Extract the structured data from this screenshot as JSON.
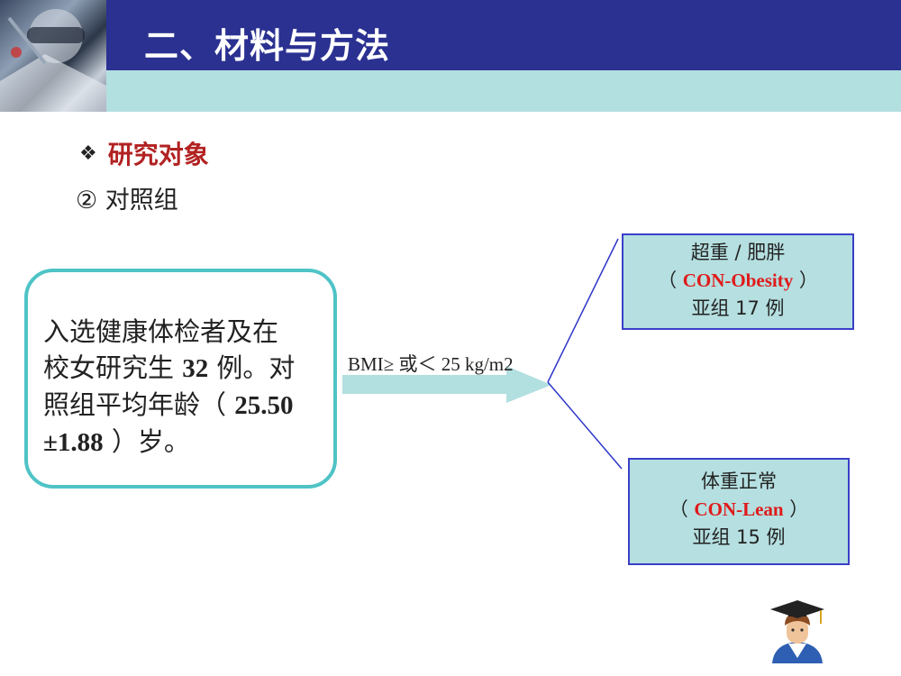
{
  "header": {
    "title": "二、材料与方法"
  },
  "section": {
    "bullet_icon": "diamond-bullet-icon",
    "bullet_text": "研究对象",
    "sub_heading": "② 对照组"
  },
  "main_box": {
    "line1": "入选健康体检者及在",
    "line2_pre": "校女研究生 ",
    "line2_num": "32",
    "line2_post": " 例。对",
    "line3_pre": "照组平均年龄（ ",
    "line3_num": "25.50",
    "line4_num": "±1.88",
    "line4_post": " ）岁。"
  },
  "arrow": {
    "label": "BMI≥ 或＜ 25 kg/m2"
  },
  "group_obesity": {
    "line1": "超重 / 肥胖",
    "open": "（ ",
    "name": "CON-Obesity",
    "close": " ）",
    "line3": "亚组 17 例"
  },
  "group_lean": {
    "line1": "体重正常",
    "open": "（ ",
    "name": "CON-Lean",
    "close": " ）",
    "line3": "亚组 15 例"
  },
  "colors": {
    "header_band": "#2b3191",
    "header_strip": "#b2dfe0",
    "box_border": "#4fc3c6",
    "group_border": "#3a3fc9",
    "group_fill": "#b5dfe0",
    "accent_red": "#e01a1a",
    "bullet_red": "#b22222"
  }
}
